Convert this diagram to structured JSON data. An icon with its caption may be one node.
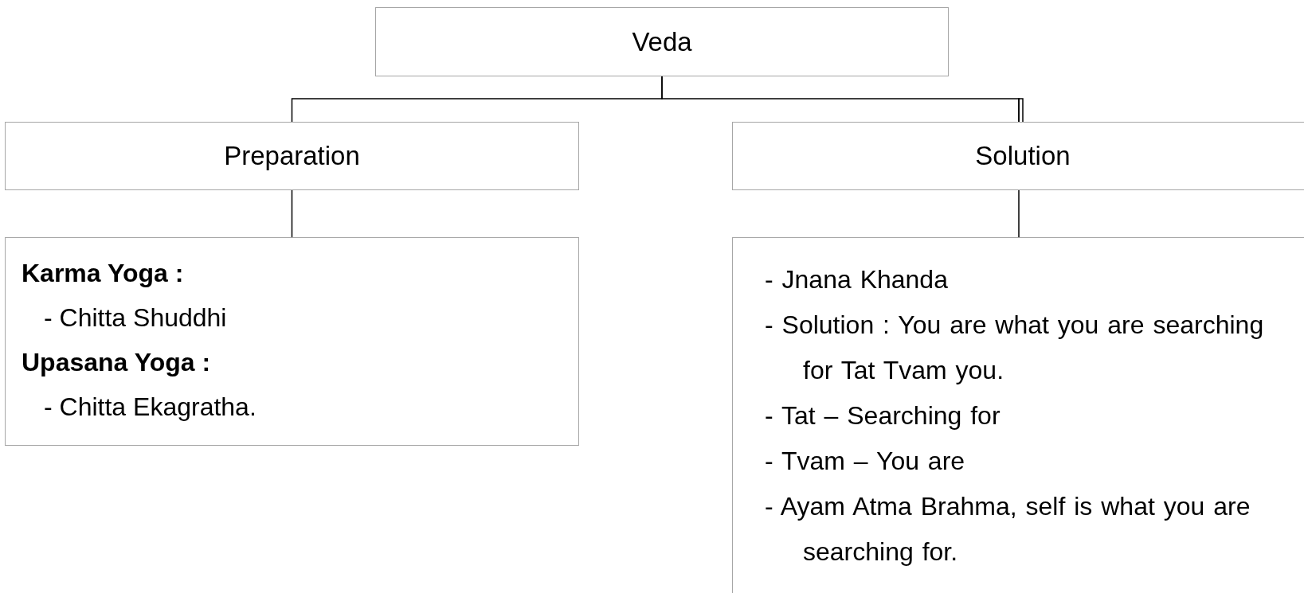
{
  "diagram": {
    "nodes": [
      {
        "text": [
          "Veda"
        ]
      },
      {
        "text": [
          "Preparation"
        ]
      },
      {
        "text": [
          "Solution"
        ]
      },
      {
        "text": [
          "Karma Yoga :",
          "- Chitta Shuddhi",
          "Upasana Yoga :",
          "- Chitta Ekagratha."
        ]
      },
      {
        "text": [
          "- Jnana Khanda",
          "- Solution : You are what you are searching for Tat Tvam you.",
          "- Tat – Searching for",
          "- Tvam – You are",
          "- Ayam Atma Brahma, self is what you are searching for."
        ]
      }
    ],
    "edges": [
      {
        "from": 0,
        "to": 1,
        "arrow": "none"
      },
      {
        "from": 0,
        "to": 2,
        "arrow": "none"
      },
      {
        "from": 1,
        "to": 3,
        "arrow": "none"
      },
      {
        "from": 2,
        "to": 4,
        "arrow": "none"
      }
    ]
  }
}
